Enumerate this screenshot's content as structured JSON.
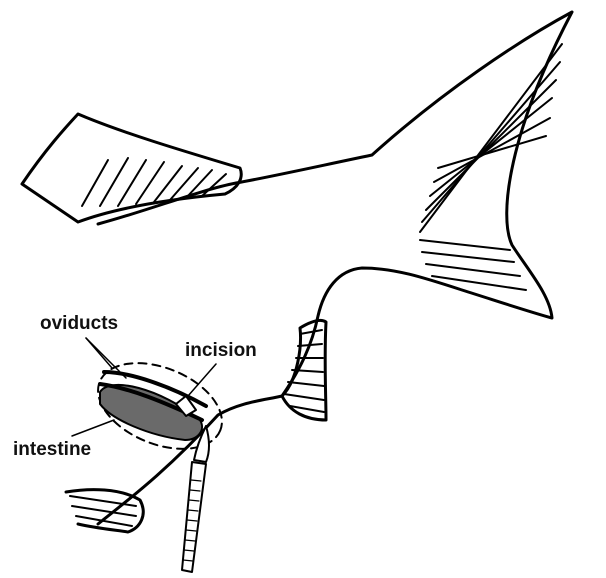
{
  "labels": {
    "oviducts": "oviducts",
    "incision": "incision",
    "intestine": "intestine"
  },
  "colors": {
    "outline": "#000000",
    "organ_fill": "#6a6a6a",
    "background": "#ffffff"
  }
}
